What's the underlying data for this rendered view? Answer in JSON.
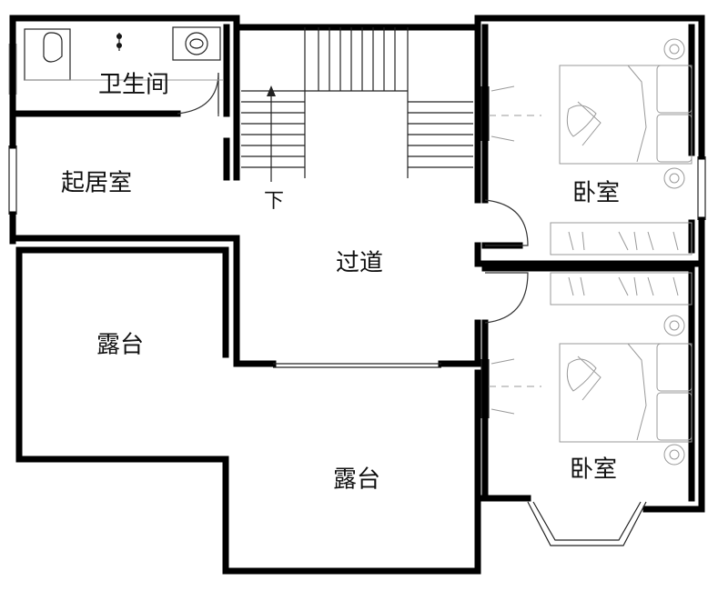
{
  "floor_plan": {
    "rooms": {
      "bathroom": "卫生间",
      "living_room": "起居室",
      "corridor": "过道",
      "terrace_left": "露台",
      "terrace_bottom": "露台",
      "bedroom_top": "卧室",
      "bedroom_bottom": "卧室"
    },
    "stair_direction": "下"
  }
}
